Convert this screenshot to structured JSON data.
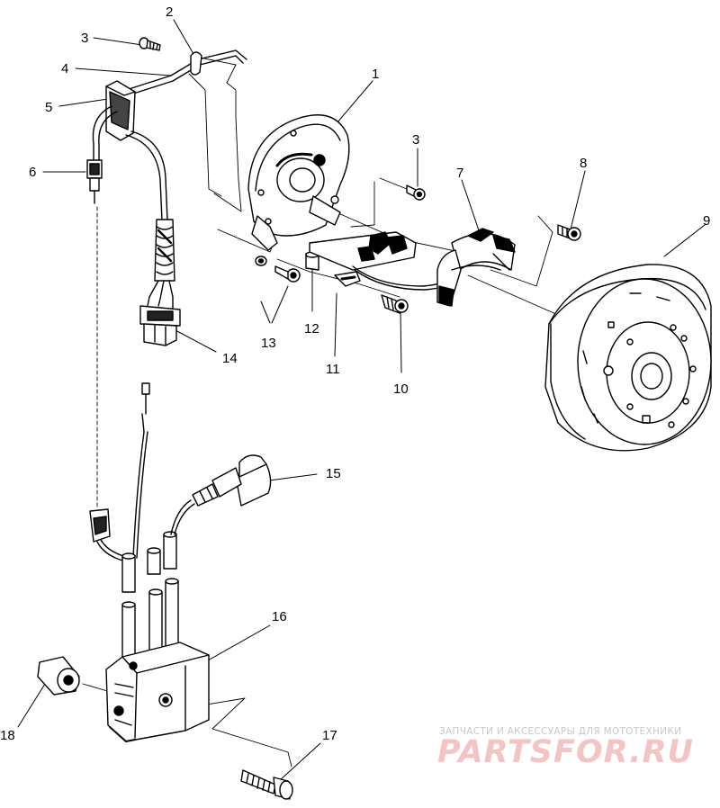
{
  "diagram": {
    "callouts": [
      {
        "id": "c2",
        "label": "2"
      },
      {
        "id": "c3a",
        "label": "3"
      },
      {
        "id": "c4",
        "label": "4"
      },
      {
        "id": "c5",
        "label": "5"
      },
      {
        "id": "c6",
        "label": "6"
      },
      {
        "id": "c1",
        "label": "1"
      },
      {
        "id": "c3b",
        "label": "3"
      },
      {
        "id": "c7",
        "label": "7"
      },
      {
        "id": "c8",
        "label": "8"
      },
      {
        "id": "c9",
        "label": "9"
      },
      {
        "id": "c13",
        "label": "13"
      },
      {
        "id": "c12",
        "label": "12"
      },
      {
        "id": "c14",
        "label": "14"
      },
      {
        "id": "c11",
        "label": "11"
      },
      {
        "id": "c10",
        "label": "10"
      },
      {
        "id": "c15",
        "label": "15"
      },
      {
        "id": "c16",
        "label": "16"
      },
      {
        "id": "c17",
        "label": "17"
      },
      {
        "id": "c18",
        "label": "18"
      }
    ]
  },
  "watermark": {
    "tagline": "ЗАПЧАСТИ И АКСЕССУАРЫ ДЛЯ МОТОТЕХНИКИ",
    "logo": "PARTSFOR.RU"
  }
}
